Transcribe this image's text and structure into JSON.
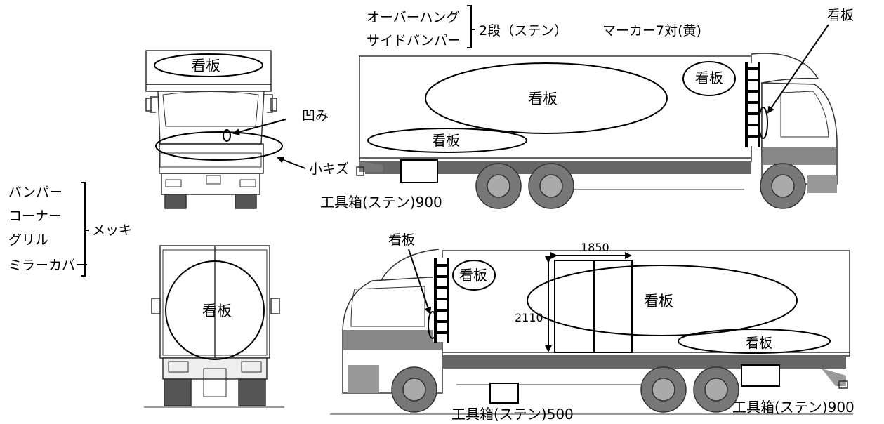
{
  "labels": {
    "overhang": "オーバーハング",
    "side_bumper": "サイドバンパー",
    "two_stage": "2段（ステン）",
    "marker": "マーカー7対(黄)",
    "kanban": "看板",
    "dent": "凹み",
    "small_scratch": "小キズ",
    "toolbox_900": "工具箱(ステン)900",
    "toolbox_500": "工具箱(ステン)500",
    "bumper": "バンパー",
    "corner": "コーナー",
    "grille": "グリル",
    "mirror_cover": "ミラーカバー",
    "plating": "メッキ",
    "dim_width": "1850",
    "dim_height": "2110"
  }
}
